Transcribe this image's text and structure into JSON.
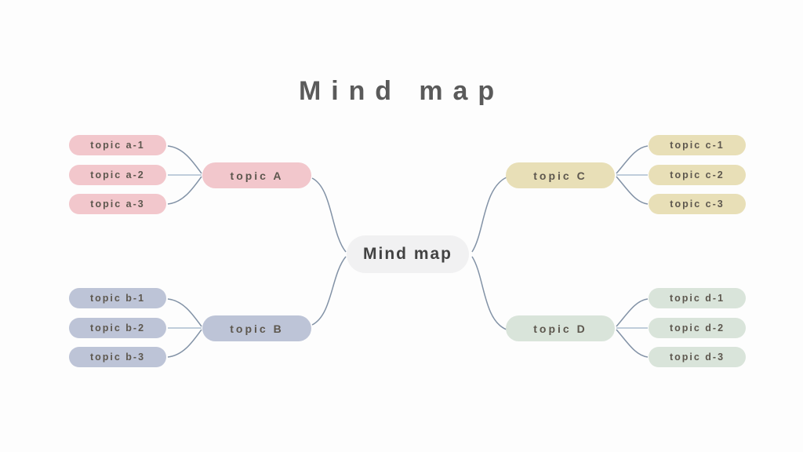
{
  "title": "Mind map",
  "center": {
    "label": "Mind map"
  },
  "branches": [
    {
      "id": "A",
      "label": "topic A",
      "color": "#f2c7cc",
      "side": "left",
      "children": [
        "topic a-1",
        "topic a-2",
        "topic a-3"
      ]
    },
    {
      "id": "B",
      "label": "topic B",
      "color": "#bdc4d7",
      "side": "left",
      "children": [
        "topic b-1",
        "topic b-2",
        "topic b-3"
      ]
    },
    {
      "id": "C",
      "label": "topic C",
      "color": "#e8dfb7",
      "side": "right",
      "children": [
        "topic c-1",
        "topic c-2",
        "topic c-3"
      ]
    },
    {
      "id": "D",
      "label": "topic D",
      "color": "#d9e4da",
      "side": "right",
      "children": [
        "topic d-1",
        "topic d-2",
        "topic d-3"
      ]
    }
  ],
  "palette": {
    "background": "#fdfdfd",
    "title_text": "#5a5a5a",
    "node_text": "#5d574e",
    "center_fill": "#f1f1f2",
    "center_text": "#424242",
    "connector": "#8292a6",
    "connector_straight": "#9db1c7"
  }
}
